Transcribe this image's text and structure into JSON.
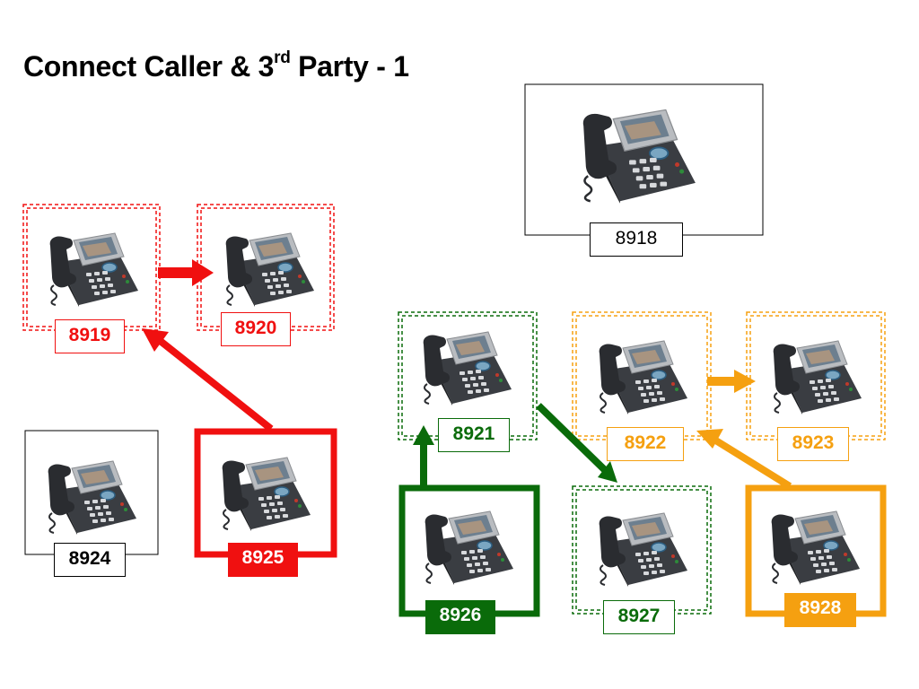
{
  "title": {
    "main": "Connect Caller & 3",
    "sup": "rd",
    "tail": " Party - 1"
  },
  "colors": {
    "red": "#f01010",
    "green": "#0a6b0a",
    "orange": "#f5a010",
    "black": "#000000"
  },
  "phones": [
    {
      "id": "8918",
      "label": "8918"
    },
    {
      "id": "8919",
      "label": "8919"
    },
    {
      "id": "8920",
      "label": "8920"
    },
    {
      "id": "8921",
      "label": "8921"
    },
    {
      "id": "8922",
      "label": "8922"
    },
    {
      "id": "8923",
      "label": "8923"
    },
    {
      "id": "8924",
      "label": "8924"
    },
    {
      "id": "8925",
      "label": "8925"
    },
    {
      "id": "8926",
      "label": "8926"
    },
    {
      "id": "8927",
      "label": "8927"
    },
    {
      "id": "8928",
      "label": "8928"
    }
  ]
}
